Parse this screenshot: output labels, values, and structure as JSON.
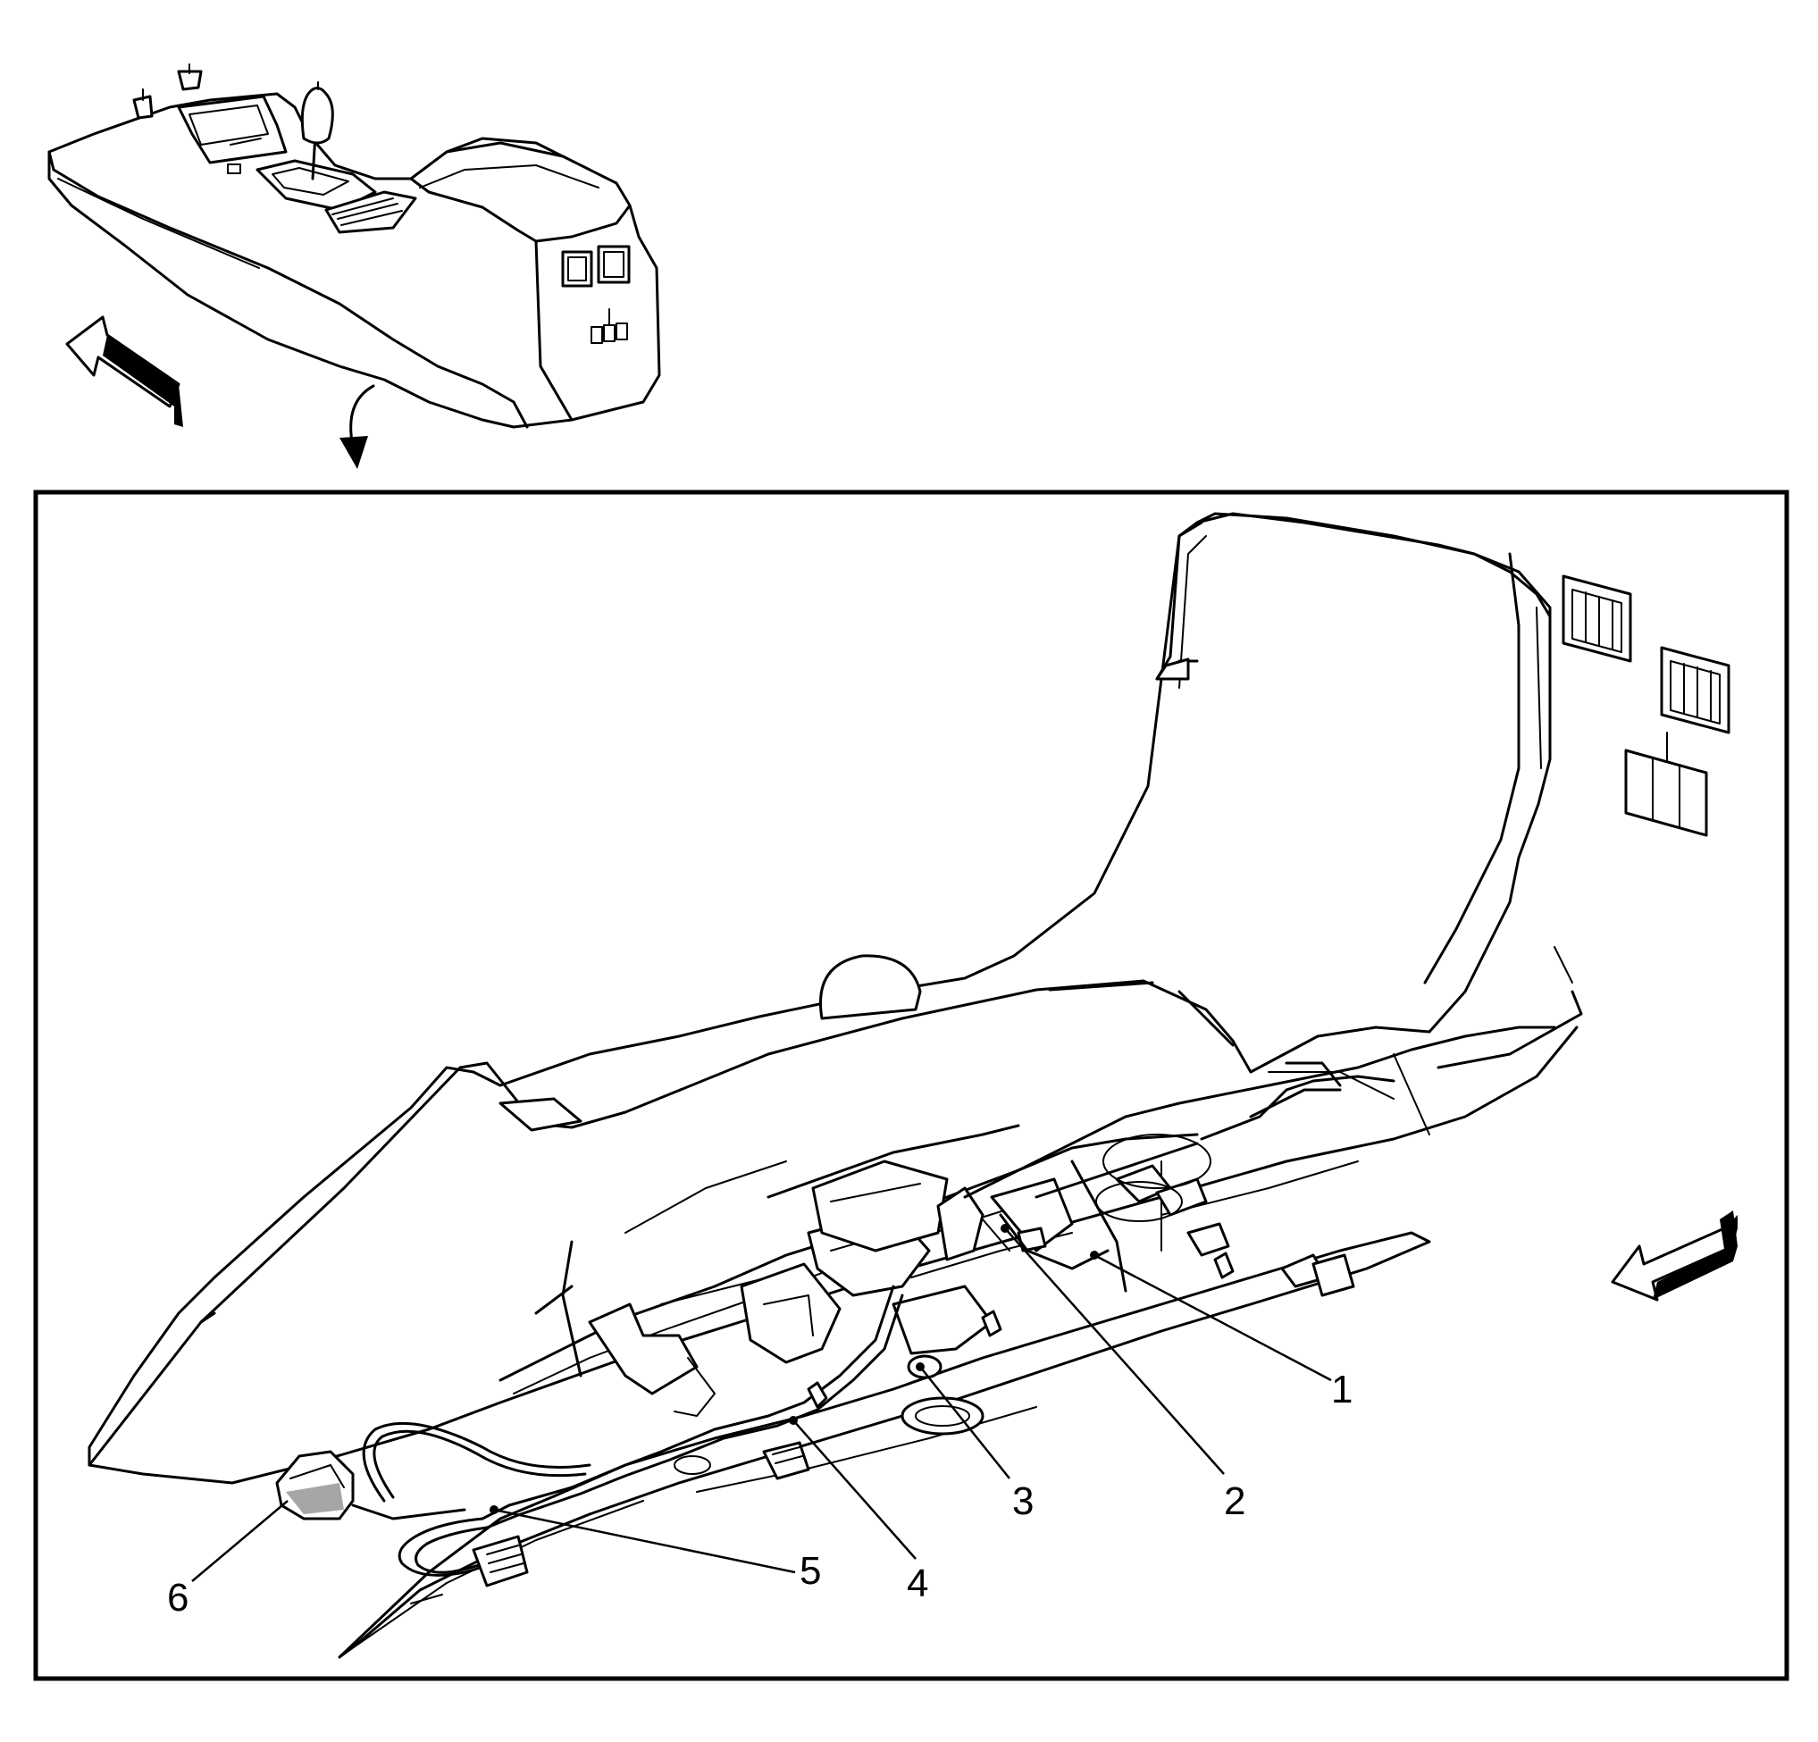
{
  "diagram": {
    "callouts": [
      {
        "id": "callout-1",
        "label": "1"
      },
      {
        "id": "callout-2",
        "label": "2"
      },
      {
        "id": "callout-3",
        "label": "3"
      },
      {
        "id": "callout-4",
        "label": "4"
      },
      {
        "id": "callout-5",
        "label": "5"
      },
      {
        "id": "callout-6",
        "label": "6"
      }
    ],
    "icons": {
      "front_arrow_top": "direction-arrow-icon",
      "curved_arrow": "curved-arrow-icon",
      "front_arrow_detail": "direction-arrow-icon"
    }
  }
}
